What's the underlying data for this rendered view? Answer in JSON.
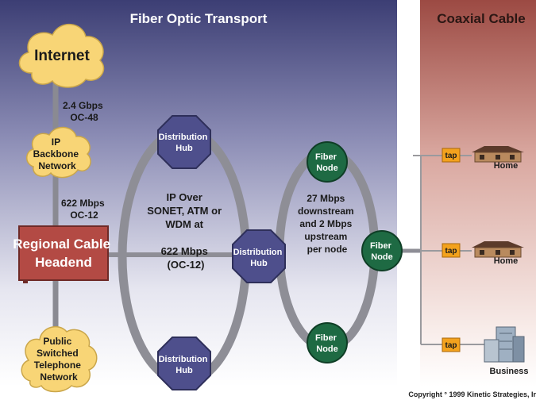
{
  "sections": {
    "fiber_title": "Fiber Optic Transport",
    "coax_title": "Coaxial Cable"
  },
  "nodes": {
    "internet": "Internet",
    "ip_backbone": [
      "IP",
      "Backbone",
      "Network"
    ],
    "pstn": [
      "Public",
      "Switched",
      "Telephone",
      "Network"
    ],
    "headend": [
      "Regional Cable",
      "Headend"
    ],
    "dist_hub_top": [
      "Distribution",
      "Hub"
    ],
    "dist_hub_mid": [
      "Distribution",
      "Hub"
    ],
    "dist_hub_bottom": [
      "Distribution",
      "Hub"
    ],
    "fiber_node_top": [
      "Fiber",
      "Node"
    ],
    "fiber_node_mid": [
      "Fiber",
      "Node"
    ],
    "fiber_node_bottom": [
      "Fiber",
      "Node"
    ]
  },
  "links": {
    "internet_backbone": [
      "2.4 Gbps",
      "OC-48"
    ],
    "backbone_headend": [
      "622 Mbps",
      "OC-12"
    ],
    "ring1": [
      "IP Over",
      "SONET, ATM or",
      "WDM at",
      "",
      "622 Mbps",
      "(OC-12)"
    ],
    "ring2": [
      "27 Mbps",
      "downstream",
      "and 2 Mbps",
      "upstream",
      "per node"
    ]
  },
  "taps": {
    "label": "tap",
    "endpoints": [
      "Home",
      "Home",
      "Business"
    ]
  },
  "colors": {
    "fiber_bg_top": "#3c3e74",
    "fiber_bg_bottom": "#ffffff",
    "coax_bg_top": "#9c4a43",
    "coax_bg_bottom": "#ffffff",
    "cloud_fill": "#f8d576",
    "headend_fill": "#b34a44",
    "hub_fill": "#4e4f8c",
    "fiber_node_fill": "#1e6a43",
    "tap_fill": "#f3a21d",
    "ring_stroke": "#8e8e96"
  },
  "copyright": "Copyright ° 1999 Kinetic Strategies, Ir"
}
